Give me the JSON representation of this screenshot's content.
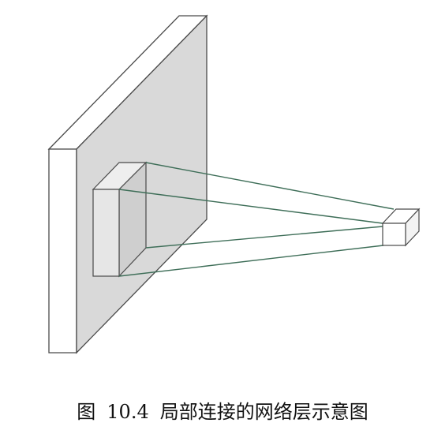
{
  "caption": {
    "label": "图",
    "number": "10.4",
    "title": "局部连接的网络层示意图"
  },
  "colors": {
    "panel_face": "#d9d9d9",
    "panel_edge": "#ffffff",
    "outline": "#4a4a4a",
    "connector": "#3e6e58",
    "receptive_field_front": "#e6e6e6",
    "receptive_field_back": "#d0d0d0",
    "neuron_cube": "#ffffff"
  },
  "icons": [
    "input-layer-panel",
    "receptive-field-box",
    "output-neuron-cube"
  ]
}
